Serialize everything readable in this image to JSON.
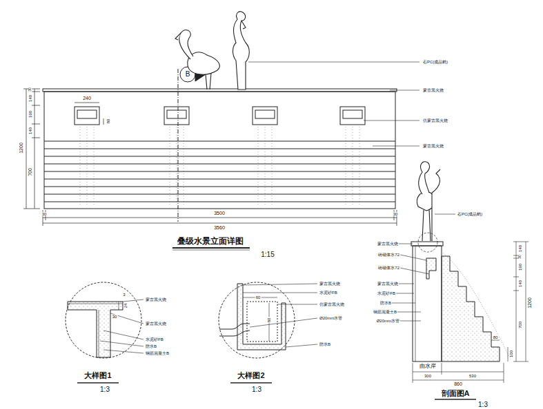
{
  "diagram": {
    "labels": [
      "石PC(成品鹤)",
      "蒙古黑火烧",
      "仿蒙古黑火烧",
      "蒙古黑火烧",
      "240",
      "80",
      "30",
      "140",
      "190",
      "140",
      "700",
      "1200",
      "30",
      "3500",
      "30",
      "3560",
      "B",
      "叠级水景立面详图",
      "1:15",
      "3",
      "24",
      "30",
      "蒙古黑火烧",
      "蒙古黑火烧",
      "水泥砂FB",
      "防水B",
      "钢筋混凝土B",
      "大样图1",
      "1:3",
      "60",
      "80",
      "蒙古黑火烧",
      "水泥砂FB",
      "仿蒙古黑火烧",
      "Ø20mm水管",
      "防水B",
      "大样图2",
      "1:3",
      "石PC(成品鹤)",
      "蒙古黑火烧",
      "砖砌体水72",
      "砖砌体水72",
      "蒙古黑火烧",
      "水泥砂FB",
      "防水B",
      "钢筋混凝土B",
      "Ø20mm水管",
      "140",
      "30",
      "190",
      "140",
      "700",
      "1200",
      "80",
      "100",
      "由水岸",
      "300",
      "530",
      "860",
      "剖面图A",
      "1:3"
    ]
  }
}
